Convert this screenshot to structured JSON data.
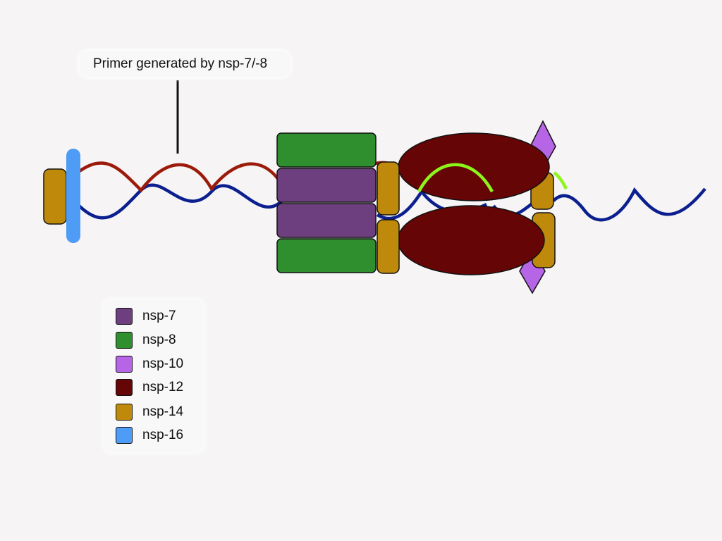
{
  "annotation": {
    "primer_label": "Primer generated by nsp-7/-8"
  },
  "legend": [
    {
      "id": "nsp7",
      "label": "nsp-7",
      "color": "#6e3f7e"
    },
    {
      "id": "nsp8",
      "label": "nsp-8",
      "color": "#2f8f2f"
    },
    {
      "id": "nsp10",
      "label": "nsp-10",
      "color": "#b665e6"
    },
    {
      "id": "nsp12",
      "label": "nsp-12",
      "color": "#650505"
    },
    {
      "id": "nsp14",
      "label": "nsp-14",
      "color": "#bf8a0c"
    },
    {
      "id": "nsp16",
      "label": "nsp-16",
      "color": "#4f9cf7"
    }
  ],
  "strand_colors": {
    "template": "#0b1f8f",
    "primer": "#9b1a0a",
    "new_rna": "#8cf51a"
  }
}
